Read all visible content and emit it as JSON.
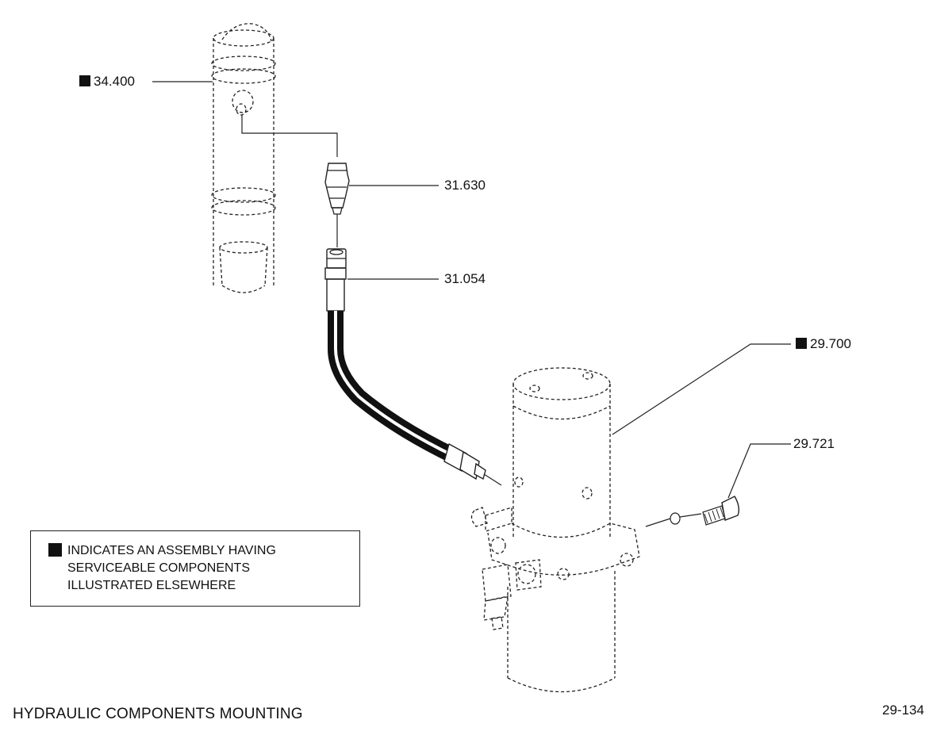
{
  "callouts": [
    {
      "id": "34.400",
      "label": "34.400",
      "assembly": true
    },
    {
      "id": "31.630",
      "label": "31.630",
      "assembly": false
    },
    {
      "id": "31.054",
      "label": "31.054",
      "assembly": false
    },
    {
      "id": "29.700",
      "label": "29.700",
      "assembly": true
    },
    {
      "id": "29.721",
      "label": "29.721",
      "assembly": false
    }
  ],
  "legend": {
    "line1": "INDICATES AN ASSEMBLY HAVING",
    "line2": "SERVICEABLE COMPONENTS",
    "line3": "ILLUSTRATED ELSEWHERE"
  },
  "title": "HYDRAULIC COMPONENTS MOUNTING",
  "page_number": "29-134"
}
